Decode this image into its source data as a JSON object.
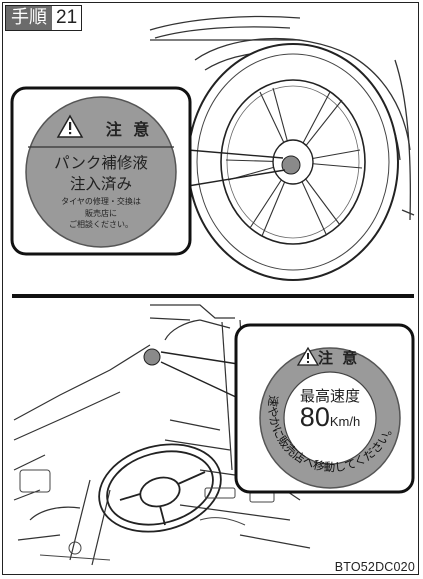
{
  "step": {
    "word": "手順",
    "number": "21"
  },
  "top_label": {
    "header": "注 意",
    "line1": "パンク補修液",
    "line2": "注入済み",
    "small1": "タイヤの修理・交換は",
    "small2": "販売店に",
    "small3": "ご相談ください。"
  },
  "bottom_label": {
    "header": "注 意",
    "title": "最高速度",
    "speed_number": "80",
    "speed_unit": "Km/h",
    "arc_text": "速やかに販売店へ移動してください。"
  },
  "figure_code": "BTO52DC020",
  "icons": {
    "warning": "warning-triangle-icon"
  }
}
